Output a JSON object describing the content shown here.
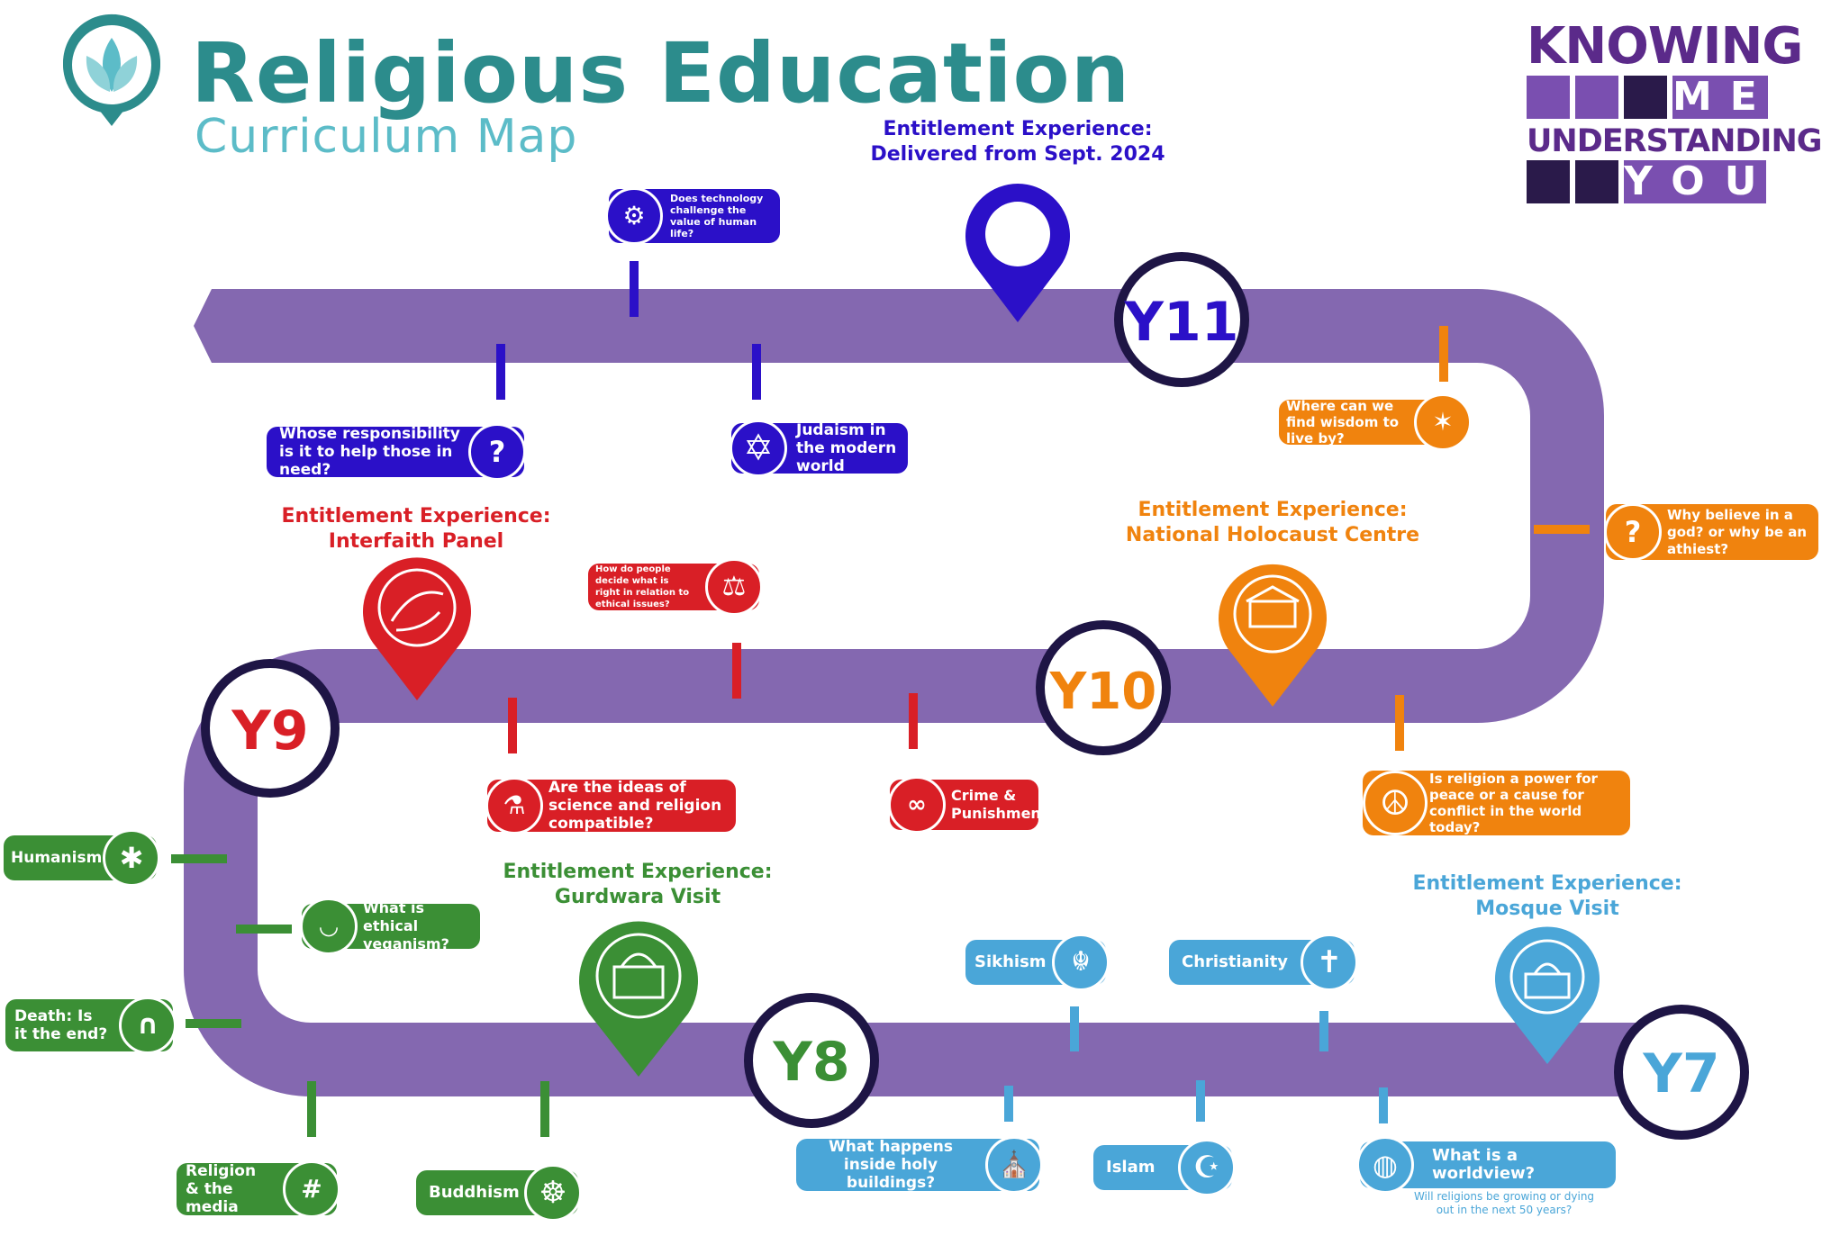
{
  "header": {
    "title": "Religious Education",
    "subtitle": "Curriculum Map"
  },
  "logo": {
    "line1": "KNOWING",
    "line2": "ME",
    "line3": "UNDERSTANDING",
    "line4": "YOU"
  },
  "years": {
    "y7": "Y7",
    "y8": "Y8",
    "y9": "Y9",
    "y10": "Y10",
    "y11": "Y11"
  },
  "entitlement": {
    "y11": {
      "line1": "Entitlement Experience:",
      "line2": "Delivered from Sept. 2024",
      "color": "#2b10c8"
    },
    "y10": {
      "line1": "Entitlement Experience:",
      "line2": "National Holocaust Centre",
      "color": "#f0830e"
    },
    "y9": {
      "line1": "Entitlement Experience:",
      "line2": "Interfaith Panel",
      "color": "#d91f26"
    },
    "y8": {
      "line1": "Entitlement Experience:",
      "line2": "Gurdwara Visit",
      "color": "#3b8f35"
    },
    "y7": {
      "line1": "Entitlement Experience:",
      "line2": "Mosque Visit",
      "color": "#4aa6d8"
    }
  },
  "topics": {
    "tech": "Does technology challenge the value of human life?",
    "responsibility": "Whose responsibility is it to help those in need?",
    "judaism": "Judaism in the modern world",
    "wisdom": "Where can we find wisdom to live by?",
    "god": "Why believe in a god? or why be an athiest?",
    "peace": "Is religion a power for peace or a cause for conflict in the world today?",
    "ethics": "How do people decide what is right in relation to ethical issues?",
    "science": "Are the ideas of science and religion compatible?",
    "crime": "Crime & Punishment",
    "humanism": "Humanism",
    "veganism": "What is ethical veganism?",
    "death": "Death: Is it the end?",
    "media": "Religion & the media",
    "buddhism": "Buddhism",
    "sikhism": "Sikhism",
    "christianity": "Christianity",
    "holy": "What happens inside holy buildings?",
    "islam": "Islam",
    "worldview": "What is a worldview?",
    "worldview_note": "Will religions be growing or dying out in the next 50 years?"
  },
  "colors": {
    "path": "#8468b0",
    "y11": "#2b10c8",
    "y10": "#f0830e",
    "y9": "#d91f26",
    "y8": "#3b8f35",
    "y7": "#4aa6d8",
    "ring": "#1e1545"
  },
  "icons": [
    "lotus-pin-icon",
    "gear-network-icon",
    "question-person-icon",
    "star-of-david-icon",
    "crystal-ball-icon",
    "question-hand-icon",
    "peace-target-icon",
    "scales-icon",
    "hands-icon",
    "building-icon",
    "science-books-icon",
    "handcuffs-icon",
    "vitruvian-man-icon",
    "salad-bowl-icon",
    "gravestone-icon",
    "hashtag-like-icon",
    "dharma-wheel-icon",
    "gurdwara-icon",
    "khanda-icon",
    "cross-icon",
    "church-icon",
    "crescent-moon-icon",
    "globe-icon",
    "mosque-icon"
  ]
}
